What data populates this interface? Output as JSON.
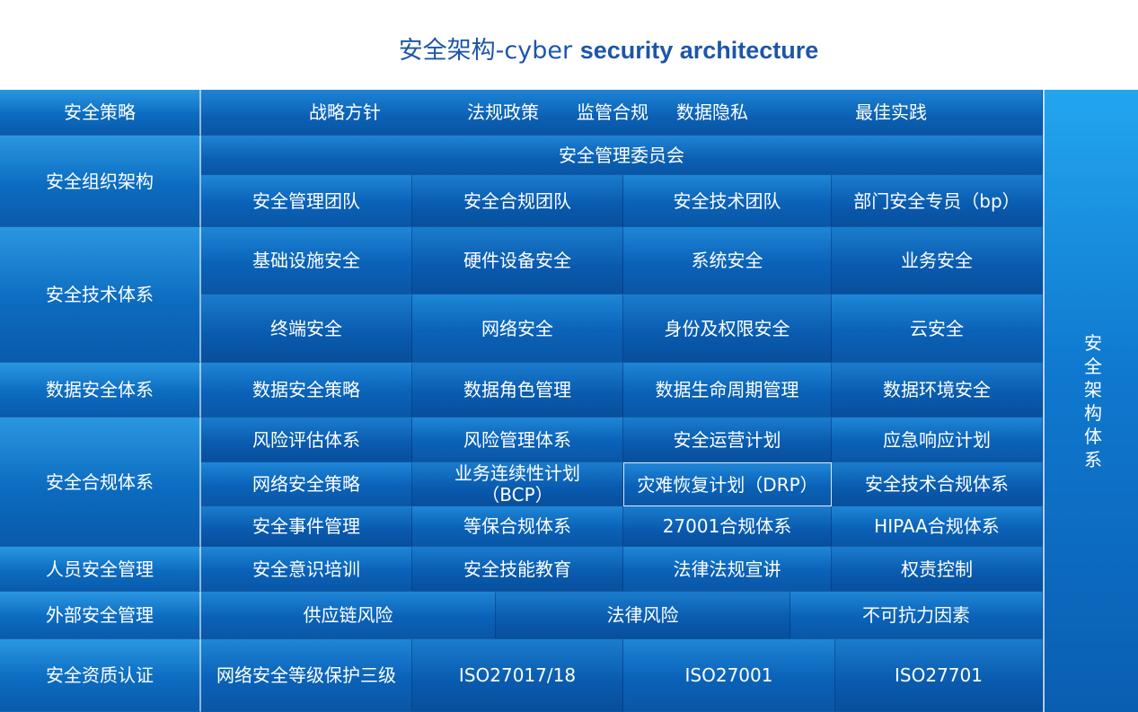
{
  "title": {
    "part1": "安全架构-cyber ",
    "part2": "security architecture"
  },
  "side_label": "安全架构体系",
  "rows": {
    "strategy": {
      "label": "安全策略",
      "items": [
        "战略方针",
        "法规政策",
        "监管合规",
        "数据隐私",
        "最佳实践"
      ]
    },
    "organization": {
      "label": "安全组织架构",
      "committee": "安全管理委员会",
      "items": [
        "安全管理团队",
        "安全合规团队",
        "安全技术团队",
        "部门安全专员（bp）"
      ]
    },
    "technology": {
      "label": "安全技术体系",
      "row1": [
        "基础设施安全",
        "硬件设备安全",
        "系统安全",
        "业务安全"
      ],
      "row2": [
        "终端安全",
        "网络安全",
        "身份及权限安全",
        "云安全"
      ]
    },
    "data_security": {
      "label": "数据安全体系",
      "items": [
        "数据安全策略",
        "数据角色管理",
        "数据生命周期管理",
        "数据环境安全"
      ]
    },
    "compliance": {
      "label": "安全合规体系",
      "row1": [
        "风险评估体系",
        "风险管理体系",
        "安全运营计划",
        "应急响应计划"
      ],
      "row2": [
        "网络安全策略",
        "业务连续性计划（BCP）",
        "灾难恢复计划（DRP）",
        "安全技术合规体系"
      ],
      "row3": [
        "安全事件管理",
        "等保合规体系",
        "27001合规体系",
        "HIPAA合规体系"
      ]
    },
    "personnel": {
      "label": "人员安全管理",
      "items": [
        "安全意识培训",
        "安全技能教育",
        "法律法规宣讲",
        "权责控制"
      ]
    },
    "external": {
      "label": "外部安全管理",
      "items": [
        "供应链风险",
        "法律风险",
        "不可抗力因素"
      ]
    },
    "certification": {
      "label": "安全资质认证",
      "items": [
        "网络安全等级保护三级",
        "ISO27017/18",
        "ISO27001",
        "ISO27701"
      ]
    }
  }
}
